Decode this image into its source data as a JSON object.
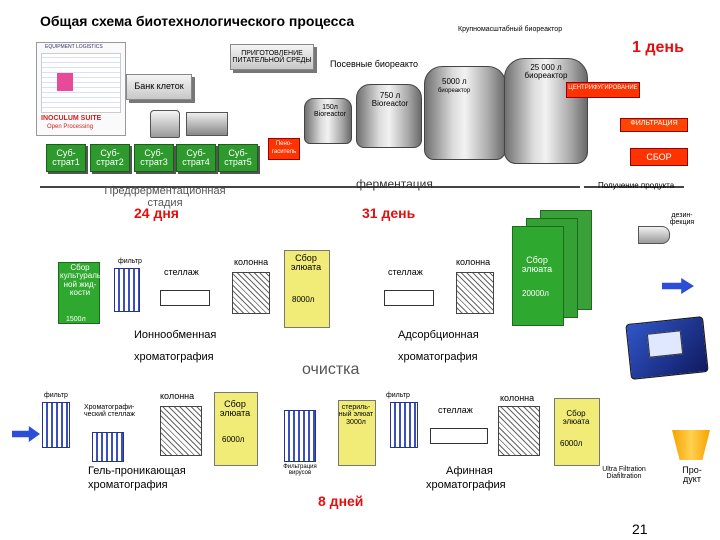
{
  "title": "Общая схема биотехнологического процесса",
  "slide_number": "21",
  "top": {
    "large_reactor": "Крупномасштабный биореактор",
    "day1": "1 день",
    "media_prep": "ПРИГОТОВЛЕНИЕ ПИТАТЕЛЬНОЙ СРЕДЫ",
    "seed_reactors": "Посевные биореакто",
    "cell_bank": "Банк клеток",
    "reactor_5000": "5000 л",
    "reactor_5000_b": "биореактор",
    "reactor_25000": "25 000 л биореактор",
    "centrifuge": "ЦЕНТРИФУГИРОВАНИЕ",
    "reactor_150": "150л Bioreactor",
    "reactor_750": "750 л Bioreactor",
    "filtration": "ФИЛЬТРАЦИЯ",
    "antifoam": "Пено-гаситель",
    "collection": "СБОР",
    "inoculum_logo": "INOCULUM SUITE",
    "inoculum_sub": "Open Processing",
    "equipment_label": "EQUIPMENT LOGISTICS"
  },
  "substrates": [
    "Суб-страт1",
    "Суб-страт2",
    "Суб-страт3",
    "Суб-страт4",
    "Суб-страт5"
  ],
  "stages": {
    "prefermentation": "Предферментационная стадия",
    "day24": "24 дня",
    "fermentation": "ферментация",
    "day31": "31 день",
    "product_receiving": "Получение продукта",
    "disinfection": "дезин-фекция"
  },
  "middle": {
    "filter1": "фильтр",
    "collect_culture": "Сбор культураль-ной жид-кости",
    "vol_1500": "1500л",
    "rack1": "стеллаж",
    "column1": "колонна",
    "eluate1": "Сбор элюата",
    "vol_8000": "8000л",
    "rack2": "стеллаж",
    "column2": "колонна",
    "eluate2": "Сбор элюата",
    "vol_20000": "20000л",
    "ion_exchange_1": "Ионнообменная",
    "ion_exchange_2": "хроматография",
    "adsorption_1": "Адсорбционная",
    "adsorption_2": "хроматография",
    "purification": "очистка"
  },
  "bottom": {
    "filter_a": "фильтр",
    "chrom_rack": "Хроматографи-ческий стеллаж",
    "column_a": "колонна",
    "eluate_a": "Сбор элюата",
    "vol_6000a": "6000л",
    "gel_1": "Гель-проникающая",
    "gel_2": "хроматография",
    "sterile": "стериль-ный элюат 3000л",
    "filter_virus": "Фильтрация вирусов",
    "day8": "8 дней",
    "filter_b": "фильтр",
    "rack_b": "стеллаж",
    "column_b": "колонна",
    "eluate_b": "Сбор элюата",
    "vol_6000b": "6000л",
    "affine_1": "Афинная",
    "affine_2": "хроматография",
    "ultra": "Ultra Filtration Diafiltration",
    "product": "Про-дукт"
  }
}
